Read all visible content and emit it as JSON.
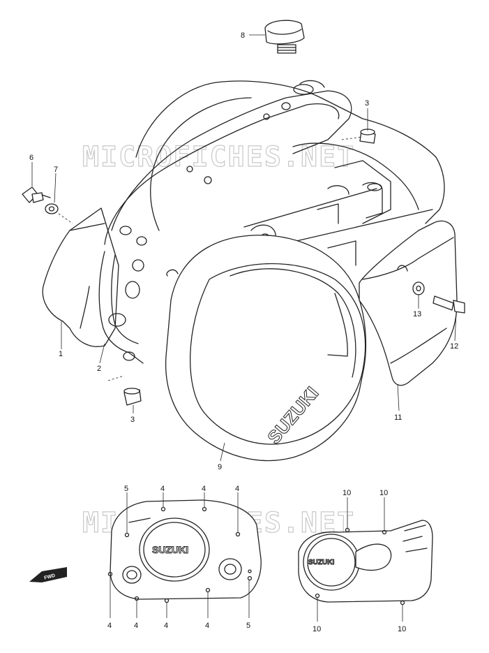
{
  "diagram": {
    "watermark": "MICROFICHES.NET",
    "cover_logo": "SUZUKI",
    "small_logo": "SUZUKI",
    "clutch_logo": "SUZUKI",
    "fwd_label": "FWD",
    "callouts": [
      {
        "id": "c8",
        "label": "8"
      },
      {
        "id": "c3a",
        "label": "3"
      },
      {
        "id": "c6",
        "label": "6"
      },
      {
        "id": "c7",
        "label": "7"
      },
      {
        "id": "c1",
        "label": "1"
      },
      {
        "id": "c2",
        "label": "2"
      },
      {
        "id": "c3b",
        "label": "3"
      },
      {
        "id": "c9",
        "label": "9"
      },
      {
        "id": "c13",
        "label": "13"
      },
      {
        "id": "c12",
        "label": "12"
      },
      {
        "id": "c11",
        "label": "11"
      },
      {
        "id": "c5a",
        "label": "5"
      },
      {
        "id": "c4a",
        "label": "4"
      },
      {
        "id": "c4b",
        "label": "4"
      },
      {
        "id": "c4c",
        "label": "4"
      },
      {
        "id": "c4d",
        "label": "4"
      },
      {
        "id": "c4e",
        "label": "4"
      },
      {
        "id": "c4f",
        "label": "4"
      },
      {
        "id": "c4g",
        "label": "4"
      },
      {
        "id": "c5b",
        "label": "5"
      },
      {
        "id": "c10a",
        "label": "10"
      },
      {
        "id": "c10b",
        "label": "10"
      },
      {
        "id": "c10c",
        "label": "10"
      },
      {
        "id": "c10d",
        "label": "10"
      }
    ]
  }
}
